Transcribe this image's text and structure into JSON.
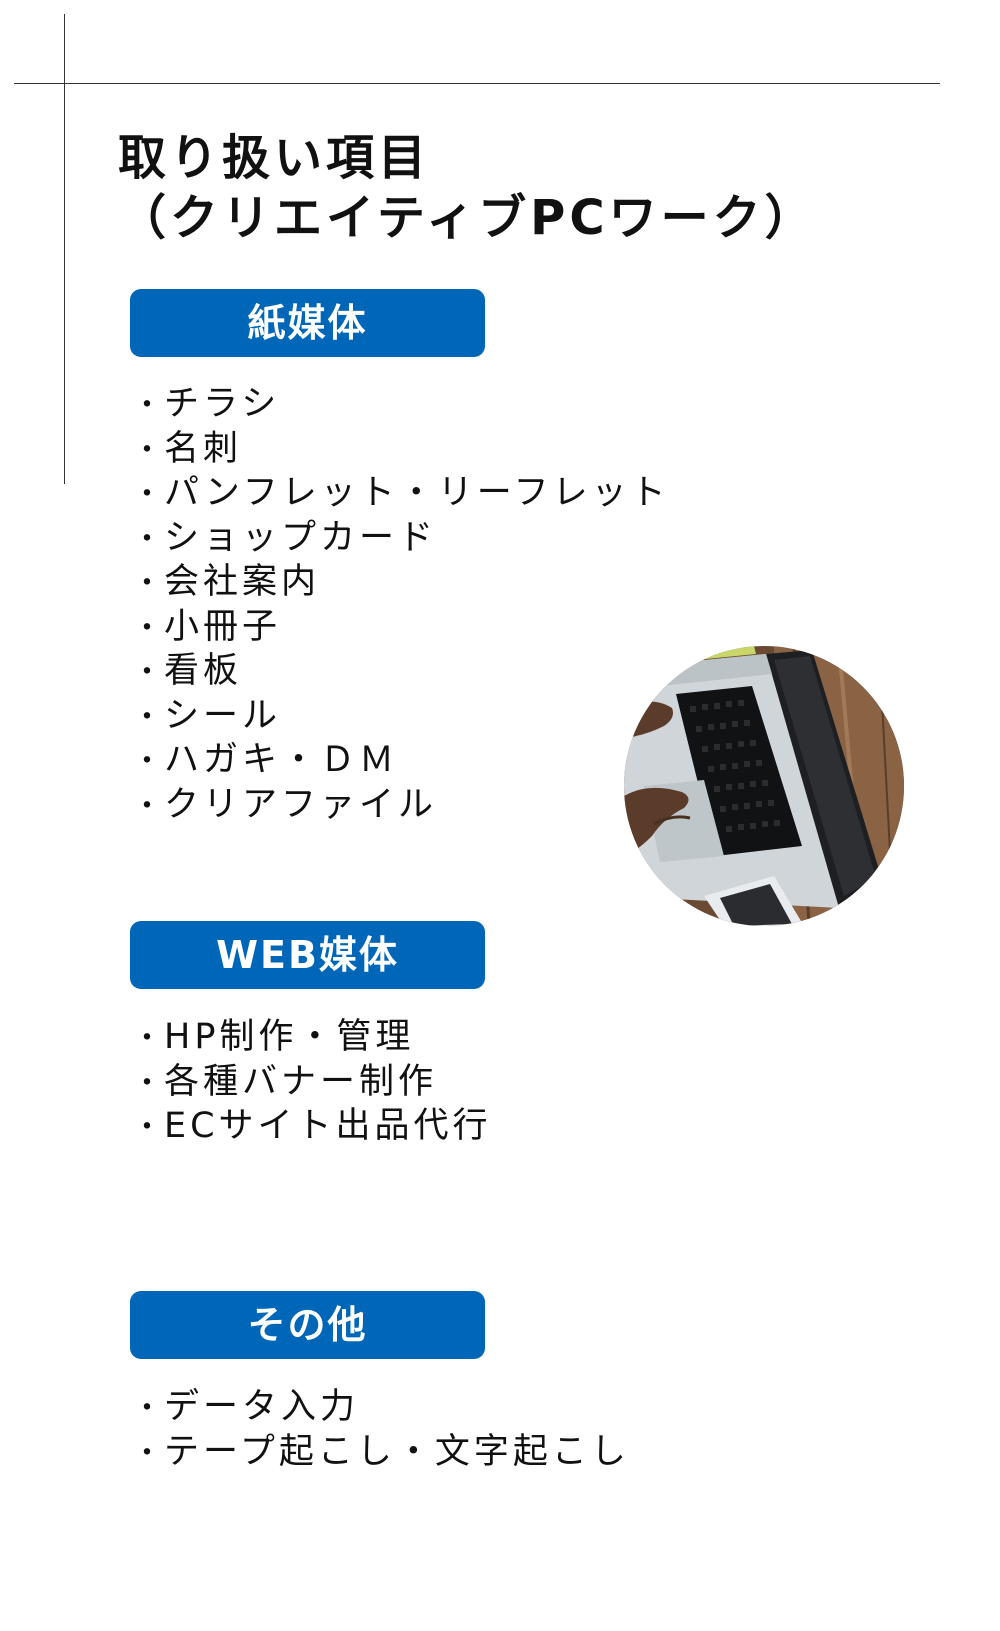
{
  "title": {
    "line1": "取り扱い項目",
    "line2": "（クリエイティブPCワーク）"
  },
  "bullet": "・",
  "sections": [
    {
      "label": "紙媒体",
      "items": [
        "チラシ",
        "名刺",
        "パンフレット・リーフレット",
        "ショップカード",
        "会社案内",
        "小冊子",
        "看板",
        "シール",
        "ハガキ・ＤＭ",
        "クリアファイル"
      ]
    },
    {
      "label": "WEB媒体",
      "items": [
        "HP制作・管理",
        "各種バナー制作",
        "ECサイト出品代行"
      ]
    },
    {
      "label": "その他",
      "items": [
        "データ入力",
        "テープ起こし・文字起こし"
      ]
    }
  ],
  "colors": {
    "accent": "#0067b8",
    "pill_text": "#ffffff",
    "text": "#111111",
    "rule": "#333333"
  },
  "icons": {
    "photo": "laptop-on-desk-photo"
  }
}
